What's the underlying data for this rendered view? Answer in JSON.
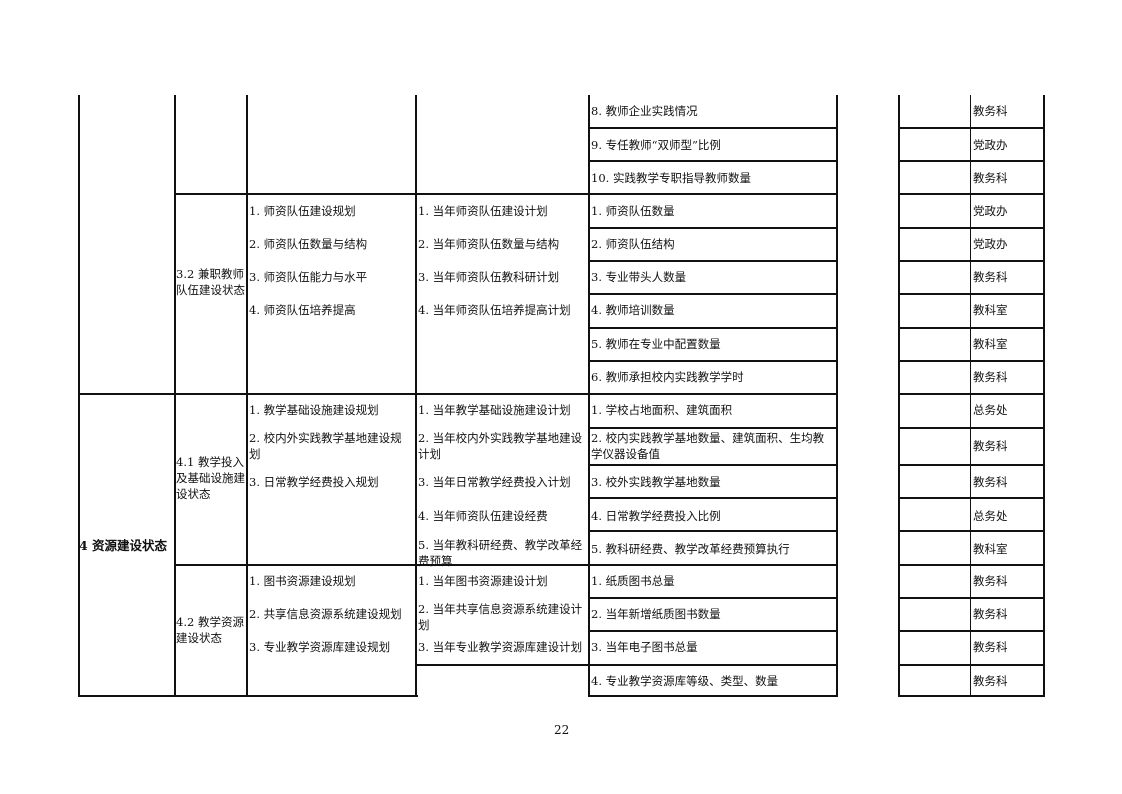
{
  "section": {
    "label": "4 资源建设状态"
  },
  "subsections": [
    {
      "label": "3.2 兼职教师队伍建设状态"
    },
    {
      "label": "4.1 教学投入及基础设施建设状态"
    },
    {
      "label": "4.2 教学资源建设状态"
    }
  ],
  "col3": [
    "1. 师资队伍建设规划",
    "2. 师资队伍数量与结构",
    "3. 师资队伍能力与水平",
    "4. 师资队伍培养提高",
    "1. 教学基础设施建设规划",
    "2. 校内外实践教学基地建设规划",
    "3. 日常教学经费投入规划",
    "1. 图书资源建设规划",
    "2. 共享信息资源系统建设规划",
    "3. 专业教学资源库建设规划"
  ],
  "col4": [
    "1. 当年师资队伍建设计划",
    "2. 当年师资队伍数量与结构",
    "3. 当年师资队伍教科研计划",
    "4. 当年师资队伍培养提高计划",
    "1. 当年教学基础设施建设计划",
    "2. 当年校内外实践教学基地建设计划",
    "3. 当年日常教学经费投入计划",
    "4. 当年师资队伍建设经费",
    "5. 当年教科研经费、教学改革经费预算",
    "1. 当年图书资源建设计划",
    "2. 当年共享信息资源系统建设计划",
    "3. 当年专业教学资源库建设计划"
  ],
  "col5": [
    "8. 教师企业实践情况",
    "9. 专任教师“双师型”比例",
    "10.  实践教学专职指导教师数量",
    "1. 师资队伍数量",
    "2. 师资队伍结构",
    "3. 专业带头人数量",
    "4. 教师培训数量",
    "5. 教师在专业中配置数量",
    "6. 教师承担校内实践教学学时",
    "1. 学校占地面积、建筑面积",
    "2. 校内实践教学基地数量、建筑面积、生均教学仪器设备值",
    "3. 校外实践教学基地数量",
    "4. 日常教学经费投入比例",
    "5. 教科研经费、教学改革经费预算执行",
    "1. 纸质图书总量",
    "2. 当年新增纸质图书数量",
    "3. 当年电子图书总量",
    "4. 专业教学资源库等级、类型、数量"
  ],
  "col8": [
    "教务科",
    "党政办",
    "教务科",
    "党政办",
    "党政办",
    "教务科",
    "教科室",
    "教科室",
    "教务科",
    "总务处",
    "教务科",
    "教务科",
    "总务处",
    "教科室",
    "教务科",
    "教务科",
    "教务科",
    "教务科"
  ],
  "page_number": "22"
}
